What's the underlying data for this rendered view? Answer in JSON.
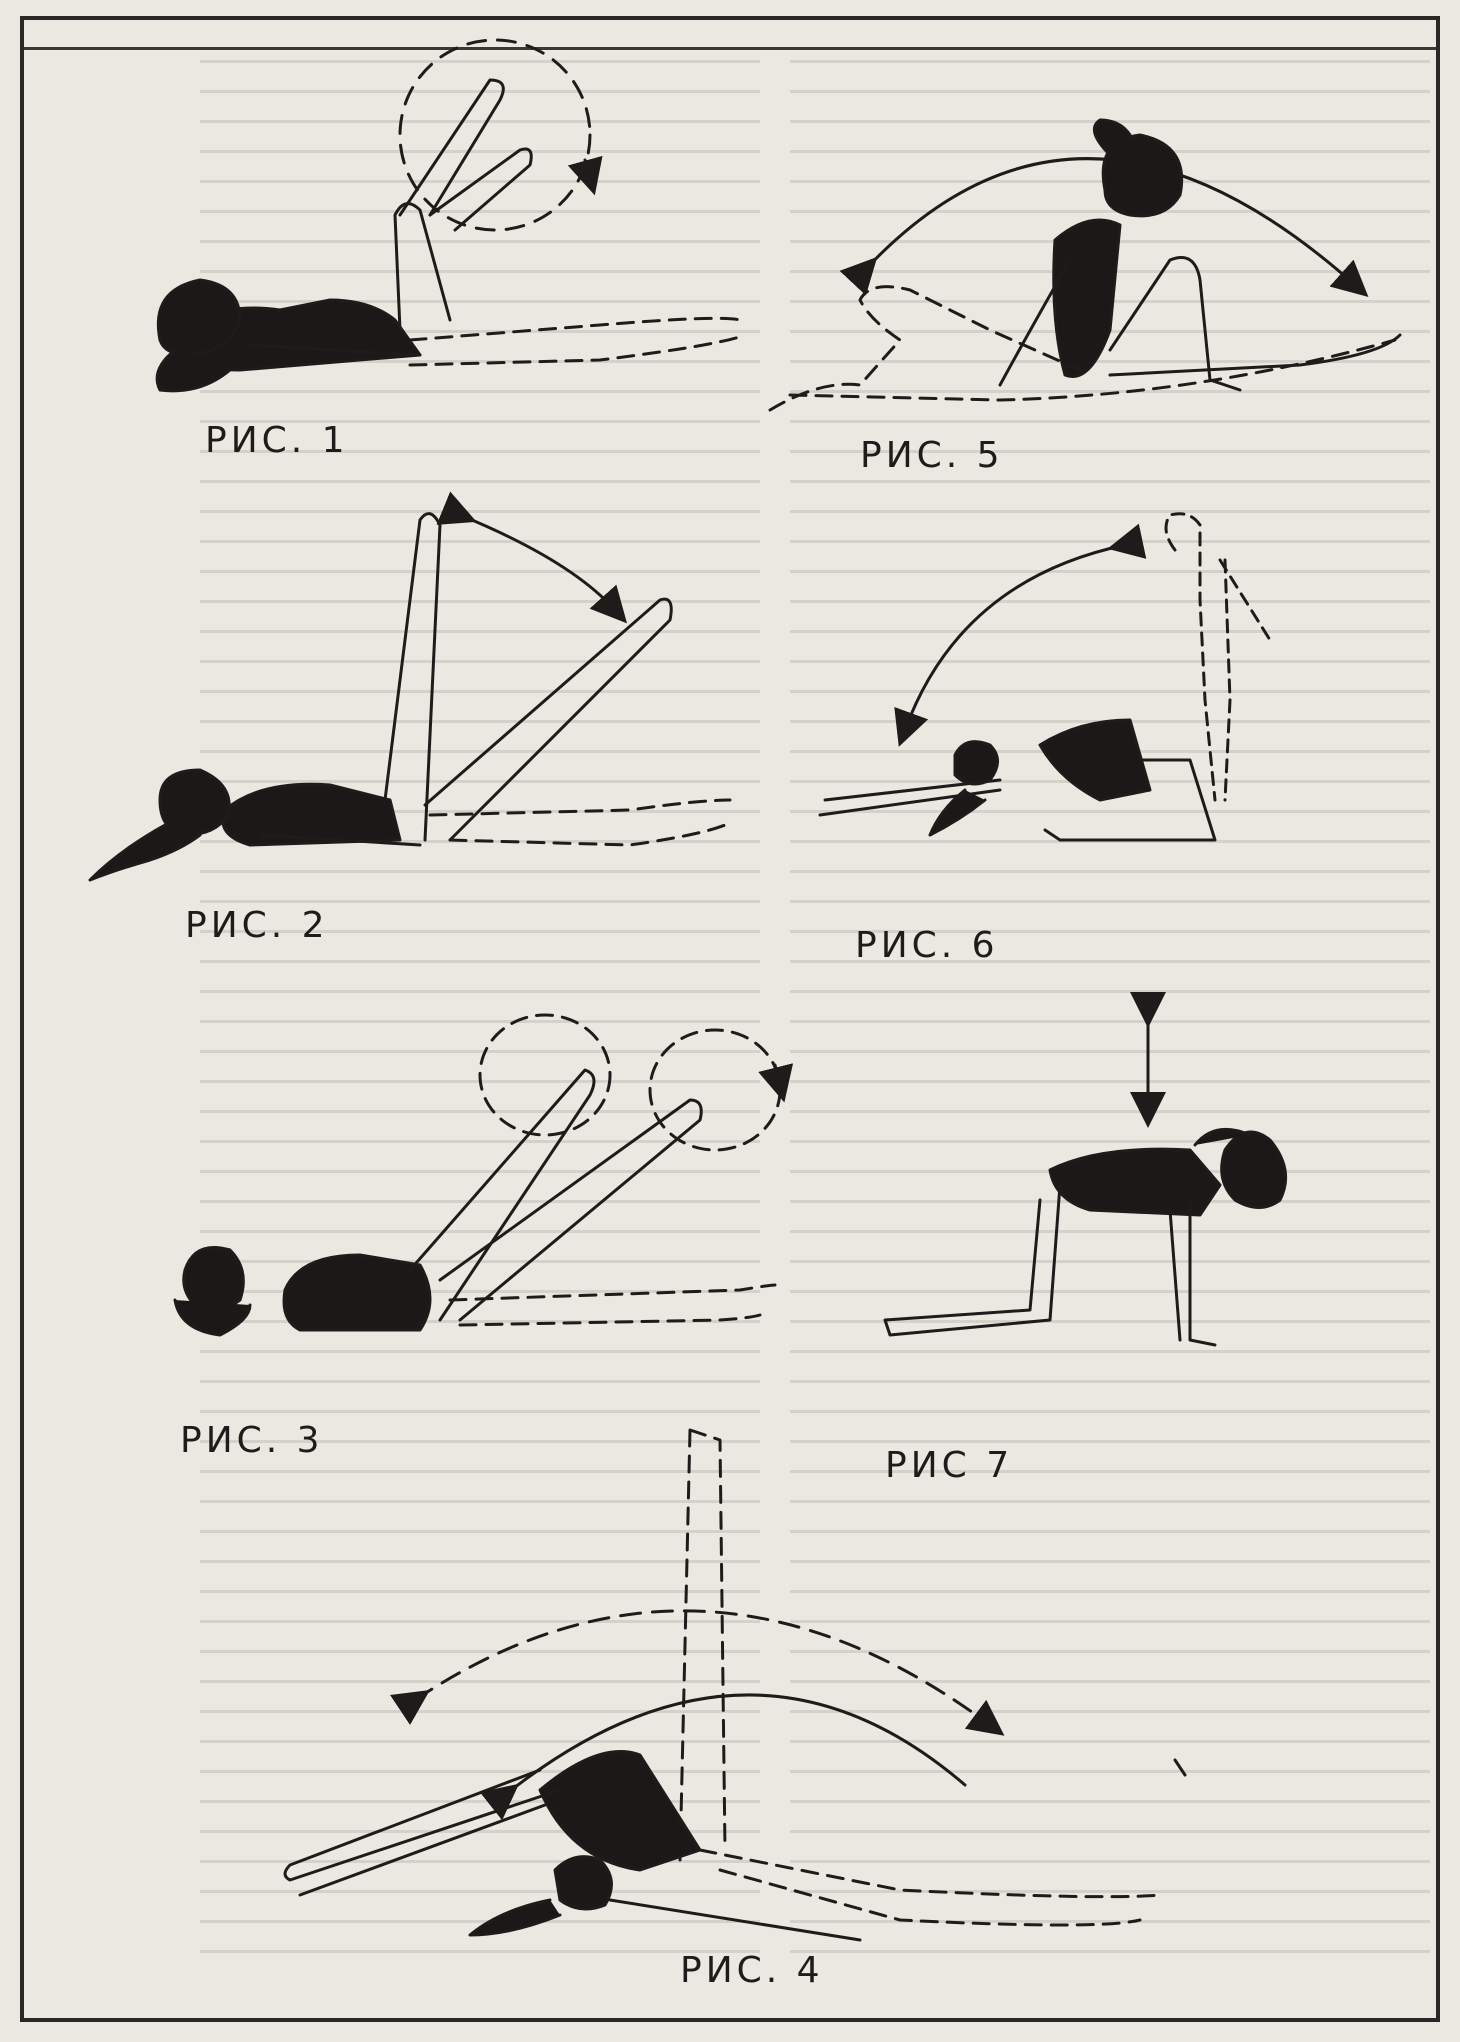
{
  "figures": [
    {
      "id": "fig1",
      "caption": "РИС. 1"
    },
    {
      "id": "fig2",
      "caption": "РИС. 2"
    },
    {
      "id": "fig3",
      "caption": "РИС. 3"
    },
    {
      "id": "fig4",
      "caption": "РИС. 4"
    },
    {
      "id": "fig5",
      "caption": "РИС. 5"
    },
    {
      "id": "fig6",
      "caption": "РИС. 6"
    },
    {
      "id": "fig7",
      "caption": "РИС 7"
    }
  ],
  "colors": {
    "paper": "#ebe8e1",
    "ink": "#1e1c1a",
    "leotard": "#1b1918"
  }
}
